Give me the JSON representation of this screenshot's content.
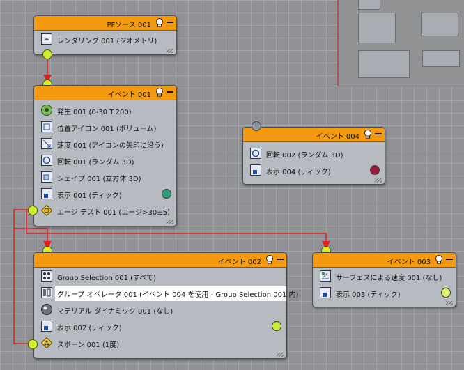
{
  "nodes": {
    "pf_source": {
      "title": "PFソース 001",
      "ops": [
        {
          "label": "レンダリング 001 (ジオメトリ)",
          "icon": "teapot-render-icon"
        }
      ]
    },
    "event001": {
      "title": "イベント 001",
      "ops": [
        {
          "label": "発生 001 (0-30 T:200)",
          "icon": "birth-icon"
        },
        {
          "label": "位置アイコン 001 (ボリューム)",
          "icon": "position-icon"
        },
        {
          "label": "速度 001 (アイコンの矢印に沿う)",
          "icon": "speed-icon"
        },
        {
          "label": "回転 001 (ランダム 3D)",
          "icon": "rotation-icon"
        },
        {
          "label": "シェイプ 001 (立方体 3D)",
          "icon": "shape-icon"
        },
        {
          "label": "表示 001 (ティック)",
          "icon": "display-icon",
          "color": "#2a9d82"
        },
        {
          "label": "エージ テスト 001 (エージ>30±5)",
          "icon": "age-test-icon"
        }
      ]
    },
    "event004": {
      "title": "イベント 004",
      "ops": [
        {
          "label": "回転 002 (ランダム 3D)",
          "icon": "rotation-icon"
        },
        {
          "label": "表示 004 (ティック)",
          "icon": "display-icon",
          "color": "#9b1b3d"
        }
      ]
    },
    "event002": {
      "title": "イベント 002",
      "ops": [
        {
          "label": "Group Selection 001 (すべて)",
          "icon": "group-selection-icon"
        },
        {
          "label": "グループ オペレータ 001 (イベント 004 を使用 - Group Selection 001 内)",
          "icon": "group-operator-icon"
        },
        {
          "label": "マテリアル ダイナミック 001 (なし)",
          "icon": "material-icon"
        },
        {
          "label": "表示 002 (ティック)",
          "icon": "display-icon",
          "color": "#c8ee3a"
        },
        {
          "label": "スポーン 001 (1度)",
          "icon": "spawn-icon"
        }
      ]
    },
    "event003": {
      "title": "イベント 003",
      "ops": [
        {
          "label": "サーフェスによる速度 001 (なし)",
          "icon": "speed-by-surface-icon"
        },
        {
          "label": "表示 003 (ティック)",
          "icon": "display-icon",
          "color": "#dff06a"
        }
      ]
    }
  },
  "colors": {
    "header": "#f39a0e",
    "wire": "#e02020",
    "socket": "#d4ee30",
    "node_body": "#b6bbc2"
  }
}
